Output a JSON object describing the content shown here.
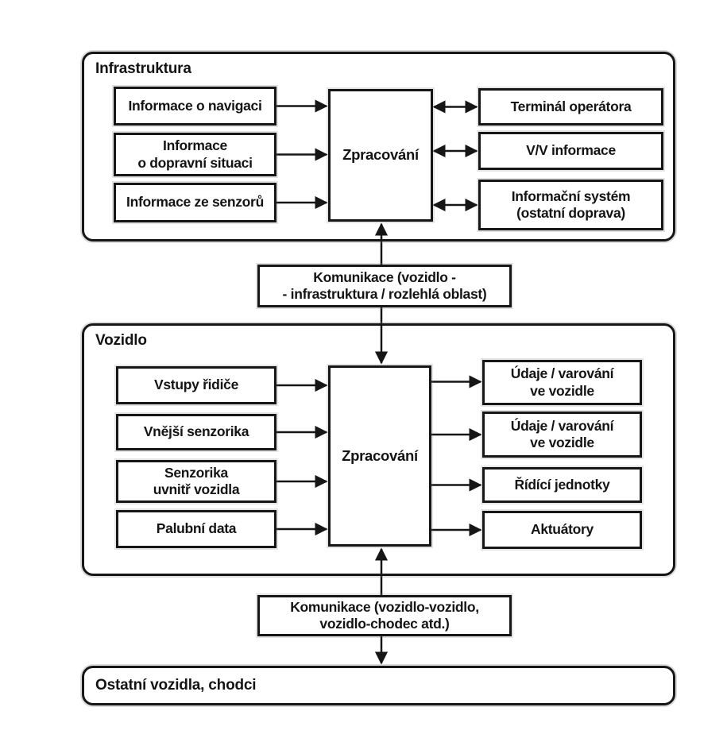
{
  "colors": {
    "line": "#161616",
    "box_background": "#ffffff",
    "text": "#141414"
  },
  "infrastructure": {
    "title": "Infrastruktura",
    "inputs": [
      "Informace o navigaci",
      "Informace\no dopravní situaci",
      "Informace ze senzorů"
    ],
    "process": "Zpracování",
    "outputs": [
      "Terminál operátora",
      "V/V informace",
      "Informační systém\n(ostatní doprava)"
    ]
  },
  "comm_infra": {
    "label": "Komunikace (vozidlo -\n- infrastruktura / rozlehlá oblast)"
  },
  "vehicle": {
    "title": "Vozidlo",
    "inputs": [
      "Vstupy řidiče",
      "Vnější senzorika",
      "Senzorika\nuvnitř vozidla",
      "Palubní data"
    ],
    "process": "Zpracování",
    "outputs": [
      "Údaje / varování\nve vozidle",
      "Údaje / varování\nve vozidle",
      "Řídící jednotky",
      "Aktuátory"
    ]
  },
  "comm_vehicle": {
    "label": "Komunikace (vozidlo-vozidlo,\nvozidlo-chodec atd.)"
  },
  "others": {
    "label": "Ostatní vozidla, chodci"
  }
}
